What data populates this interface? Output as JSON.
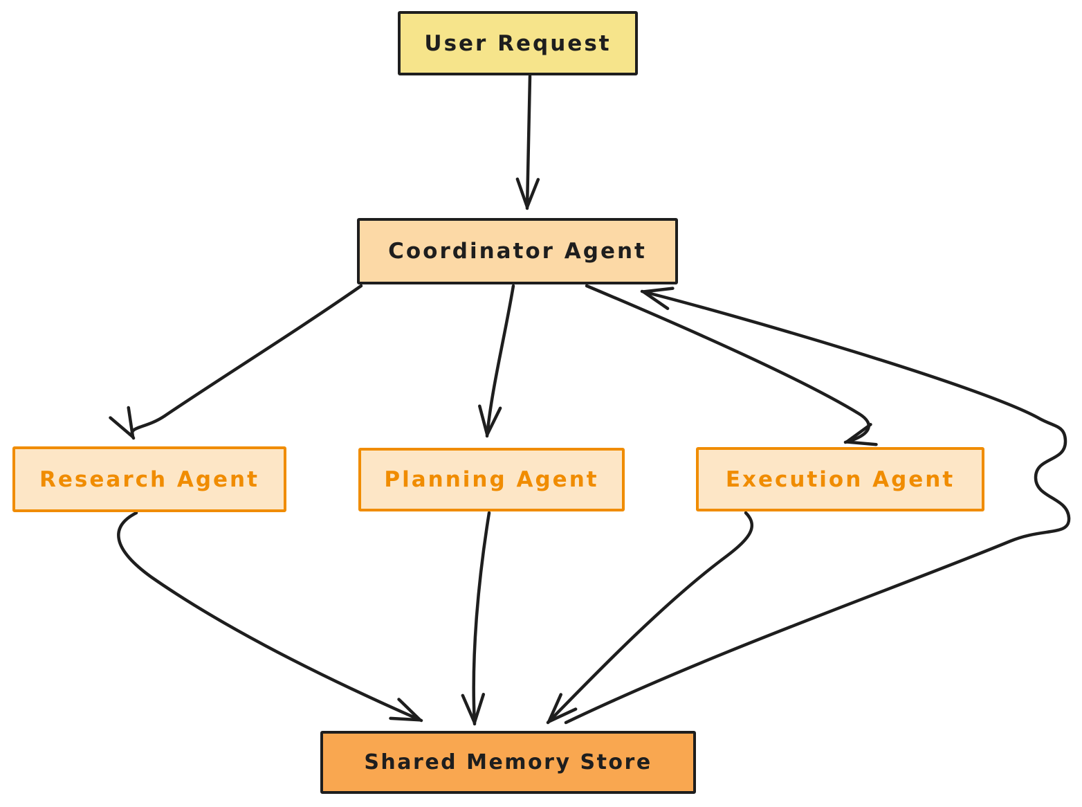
{
  "diagram": {
    "type": "flowchart",
    "nodes": {
      "user_request": {
        "label": "User Request",
        "fill": "#f6e48b",
        "border": "#1e1e1e",
        "text_color": "#1e1e1e"
      },
      "coordinator": {
        "label": "Coordinator Agent",
        "fill": "#fcd9a6",
        "border": "#1e1e1e",
        "text_color": "#1e1e1e"
      },
      "research": {
        "label": "Research Agent",
        "fill": "#fde6c6",
        "border": "#f08c00",
        "text_color": "#f08c00"
      },
      "planning": {
        "label": "Planning Agent",
        "fill": "#fde6c6",
        "border": "#f08c00",
        "text_color": "#f08c00"
      },
      "execution": {
        "label": "Execution Agent",
        "fill": "#fde6c6",
        "border": "#f08c00",
        "text_color": "#f08c00"
      },
      "shared_memory": {
        "label": "Shared Memory Store",
        "fill": "#f9a750",
        "border": "#1e1e1e",
        "text_color": "#1e1e1e"
      }
    },
    "edges": [
      {
        "from": "user_request",
        "to": "coordinator"
      },
      {
        "from": "coordinator",
        "to": "research"
      },
      {
        "from": "coordinator",
        "to": "planning"
      },
      {
        "from": "coordinator",
        "to": "execution"
      },
      {
        "from": "research",
        "to": "shared_memory"
      },
      {
        "from": "planning",
        "to": "shared_memory"
      },
      {
        "from": "execution",
        "to": "shared_memory"
      },
      {
        "from": "shared_memory",
        "to": "coordinator",
        "note": "feedback loop routed around right side"
      }
    ],
    "colors": {
      "arrow": "#1e1e1e",
      "background": "#ffffff"
    }
  }
}
